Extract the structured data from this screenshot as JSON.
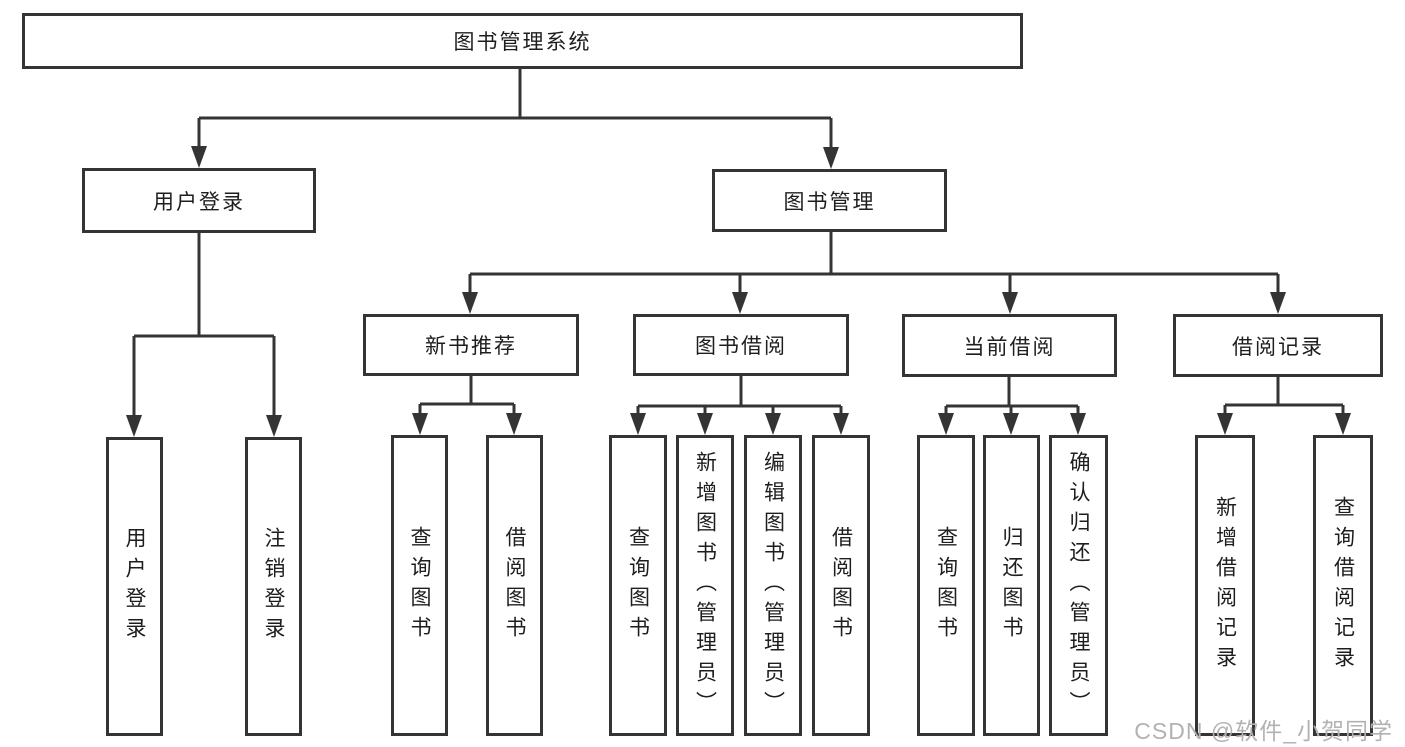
{
  "diagram": {
    "type": "hierarchy-tree",
    "root": {
      "label": "图书管理系统"
    },
    "level2": {
      "user_login": {
        "label": "用户登录"
      },
      "book_mgmt": {
        "label": "图书管理"
      }
    },
    "level3": {
      "new_books": {
        "label": "新书推荐",
        "parent": "图书管理"
      },
      "book_borrow": {
        "label": "图书借阅",
        "parent": "图书管理"
      },
      "current_borrow": {
        "label": "当前借阅",
        "parent": "图书管理"
      },
      "borrow_records": {
        "label": "借阅记录",
        "parent": "图书管理"
      }
    },
    "leaves": {
      "ul_login": {
        "label": "用户登录",
        "parent": "用户登录"
      },
      "ul_logout": {
        "label": "注销登录",
        "parent": "用户登录"
      },
      "nb_query": {
        "label": "查询图书",
        "parent": "新书推荐"
      },
      "nb_borrow": {
        "label": "借阅图书",
        "parent": "新书推荐"
      },
      "bb_query": {
        "label": "查询图书",
        "parent": "图书借阅"
      },
      "bb_add": {
        "label": "新增图书（管理员）",
        "parent": "图书借阅"
      },
      "bb_edit": {
        "label": "编辑图书（管理员）",
        "parent": "图书借阅"
      },
      "bb_borrow": {
        "label": "借阅图书",
        "parent": "图书借阅"
      },
      "cb_query": {
        "label": "查询图书",
        "parent": "当前借阅"
      },
      "cb_return": {
        "label": "归还图书",
        "parent": "当前借阅"
      },
      "cb_confirm": {
        "label": "确认归还（管理员）",
        "parent": "当前借阅"
      },
      "br_add": {
        "label": "新增借阅记录",
        "parent": "借阅记录"
      },
      "br_query": {
        "label": "查询借阅记录",
        "parent": "借阅记录"
      }
    },
    "colors": {
      "line": "#343434",
      "box_border": "#343434",
      "box_fill": "#ffffff",
      "text": "#1e1e1e",
      "watermark": "#b2b2b2"
    }
  },
  "watermark": {
    "text": "CSDN @软件_小贺同学"
  }
}
